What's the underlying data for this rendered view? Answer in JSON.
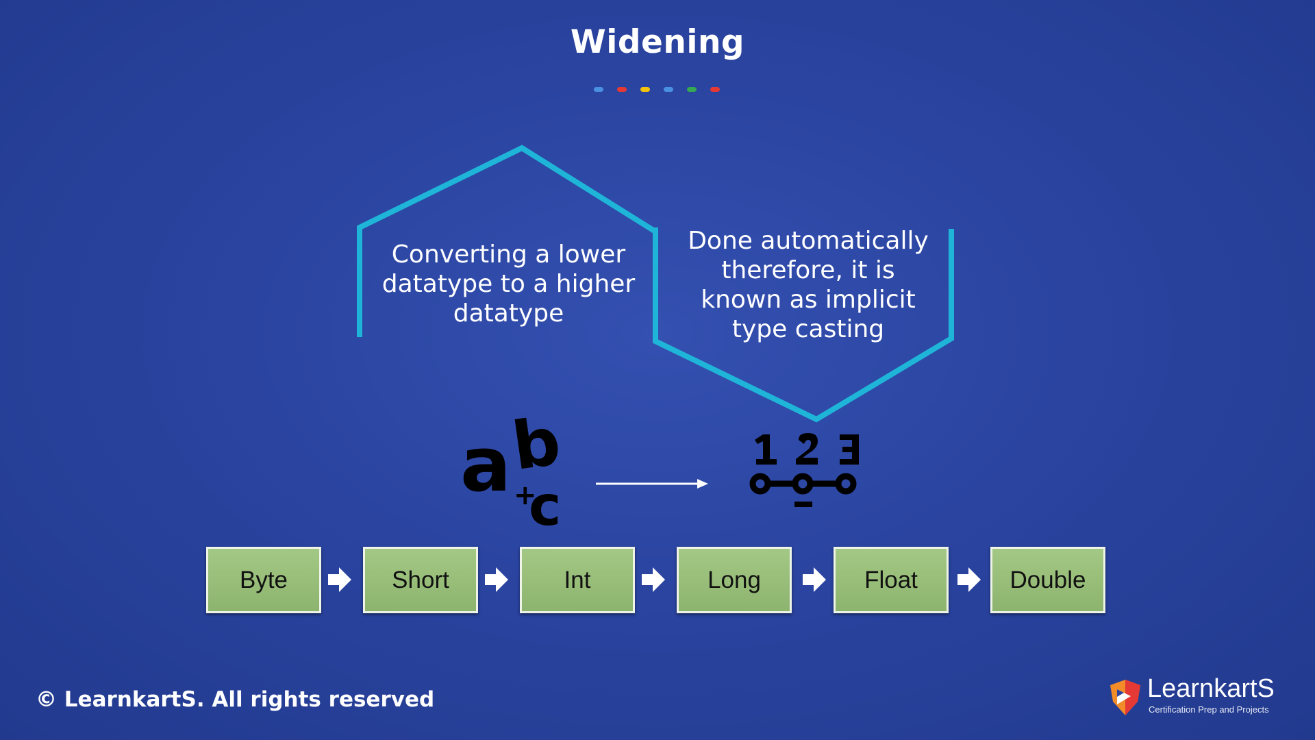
{
  "title": "Widening",
  "dot_colors": [
    "#4a90e2",
    "#e53935",
    "#f4c20d",
    "#4a90e2",
    "#34a853",
    "#e53935"
  ],
  "accent_color": "#1fb5d8",
  "boxes": [
    {
      "text": "Converting a lower datatype to a higher datatype"
    },
    {
      "text": "Done automatically therefore, it is known as implicit type casting"
    }
  ],
  "icons": {
    "left": "abc-letters-icon",
    "right": "numbered-steps-icon"
  },
  "chain": {
    "types": [
      "Byte",
      "Short",
      "Int",
      "Long",
      "Float",
      "Double"
    ],
    "box_color": "#9bc07d"
  },
  "footer": {
    "copyright": "© LearnkartS. All rights reserved",
    "logo_name": "LearnkartS",
    "logo_tagline": "Certification Prep and Projects"
  }
}
